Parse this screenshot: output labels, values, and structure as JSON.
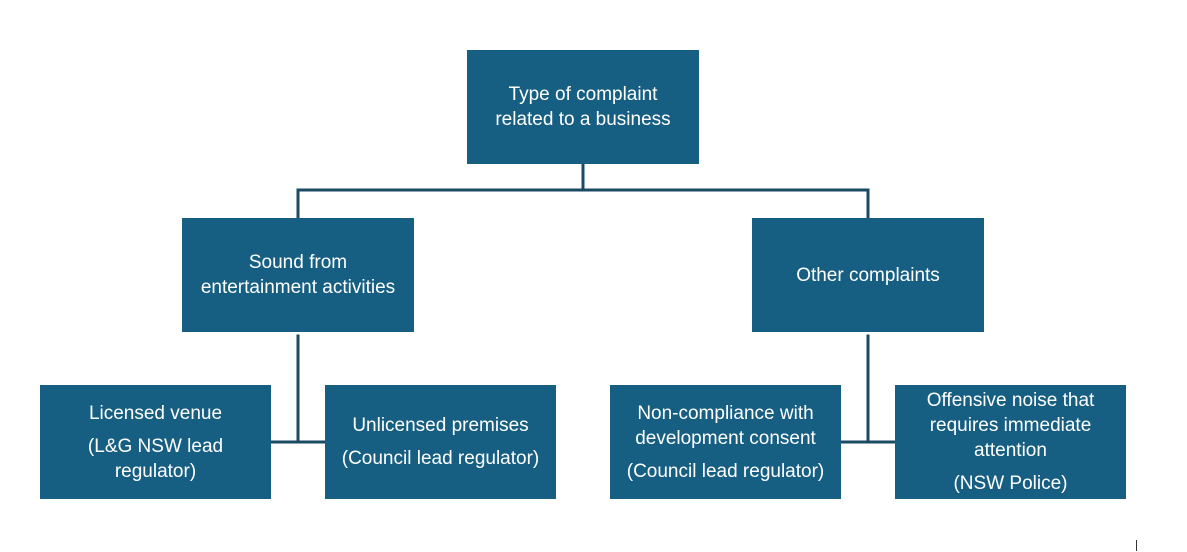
{
  "diagram": {
    "root": {
      "lines": [
        "Type of complaint",
        "related to a business"
      ]
    },
    "left_branch": {
      "lines": [
        "Sound from",
        "entertainment activities"
      ],
      "children": [
        {
          "lines": [
            "Licensed venue"
          ],
          "sub_lines": [
            "(L&G NSW lead",
            "regulator)"
          ]
        },
        {
          "lines": [
            "Unlicensed premises"
          ],
          "sub_lines": [
            "(Council lead regulator)"
          ]
        }
      ]
    },
    "right_branch": {
      "lines": [
        "Other complaints"
      ],
      "children": [
        {
          "lines": [
            "Non-compliance with",
            "development consent"
          ],
          "sub_lines": [
            "(Council lead regulator)"
          ]
        },
        {
          "lines": [
            "Offensive noise that",
            "requires immediate",
            "attention"
          ],
          "sub_lines": [
            "(NSW Police)"
          ]
        }
      ]
    }
  },
  "colors": {
    "box_fill": "#175f82",
    "box_text": "#ffffff",
    "connector": "#1b4a64"
  }
}
